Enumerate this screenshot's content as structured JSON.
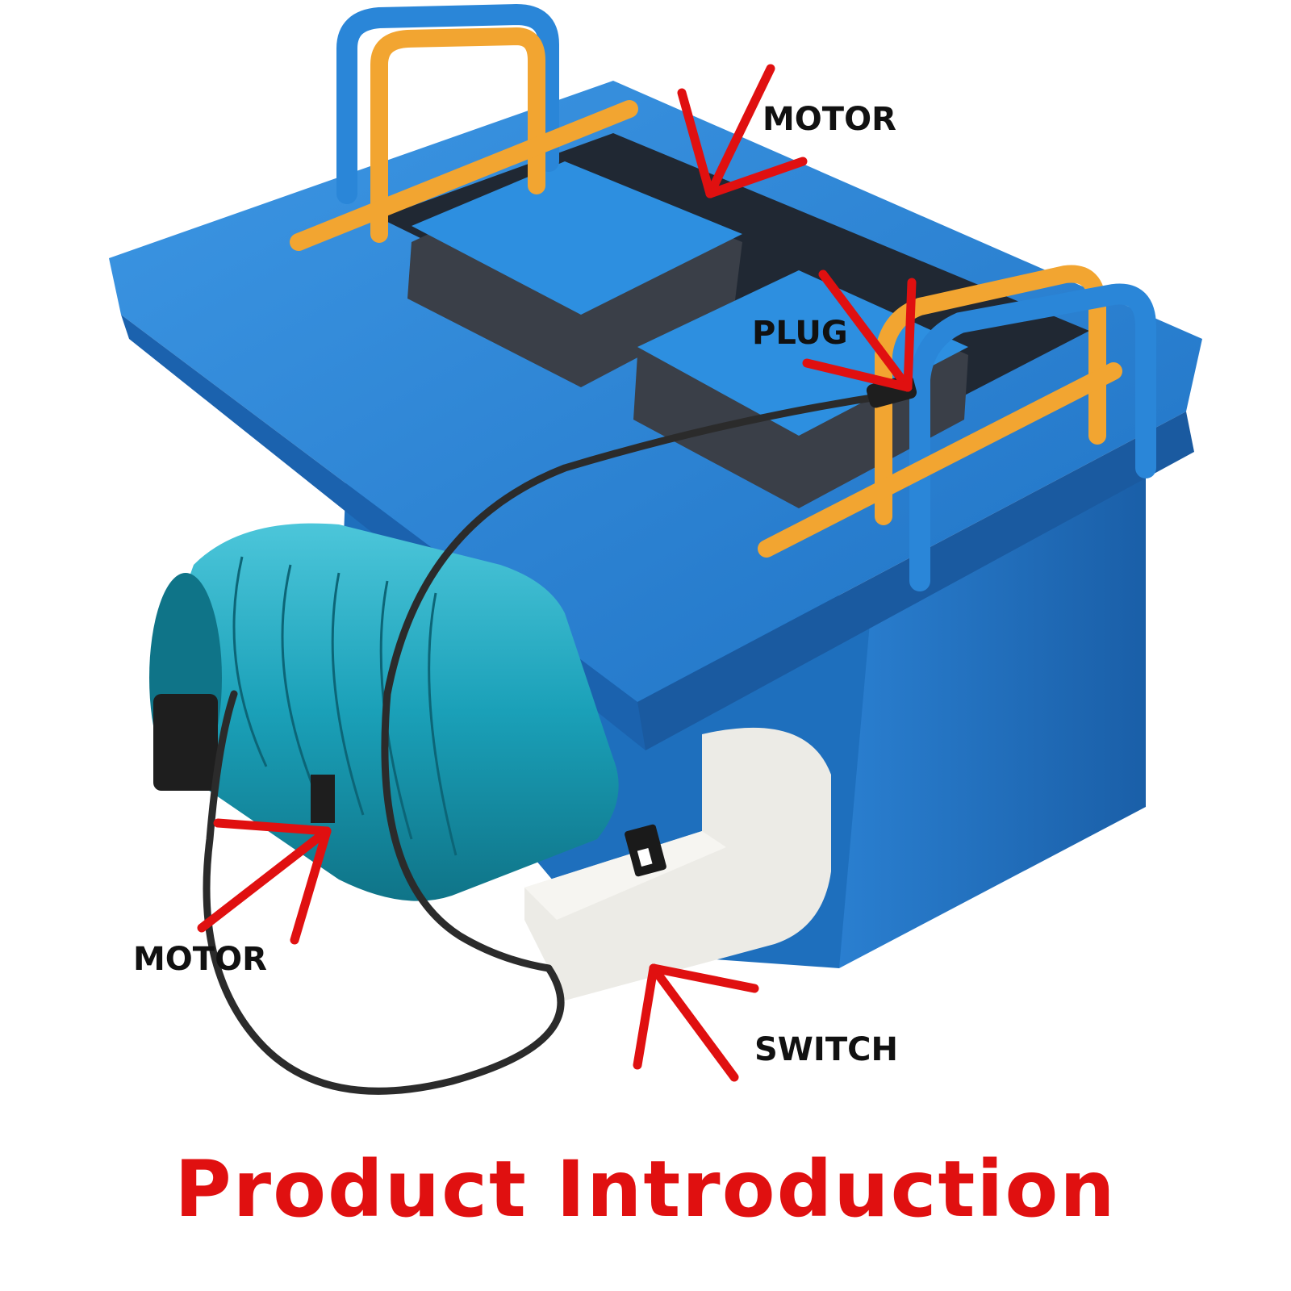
{
  "callouts": {
    "motor_top": "MOTOR",
    "plug": "PLUG",
    "motor_bottom": "MOTOR",
    "switch": "SWITCH"
  },
  "headline": "Product Introduction",
  "colors": {
    "frame_blue": "#2a86d8",
    "motor_teal": "#1aa0b8",
    "handle_yellow": "#f2a531",
    "switch_white": "#ecebe6",
    "arrow_red": "#e01010",
    "cable_black": "#2b2b2b"
  }
}
